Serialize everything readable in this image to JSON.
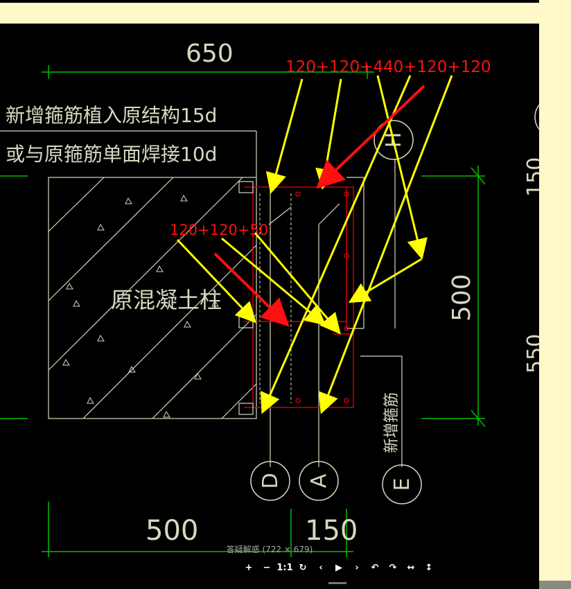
{
  "image_caption": "答疑解惑 (722 × 679)",
  "toolbar": {
    "zoom_in": "+",
    "zoom_out": "−",
    "actual_size": "1:1",
    "refresh": "↻",
    "prev": "‹",
    "play": "▶",
    "next": "›",
    "rotate_left": "↶",
    "rotate_right": "↷",
    "flip_horizontal": "↔",
    "flip_vertical": "↕"
  },
  "drawing": {
    "dim_top": "650",
    "dim_bottom_left": "500",
    "dim_bottom_right": "150",
    "dim_right_top": "150",
    "dim_right_mid": "500",
    "dim_right_bottom": "550",
    "note_line1": "新增箍筋植入原结构15d",
    "note_line2": "或与原箍筋单面焊接10d",
    "column_label": "原混凝土柱",
    "new_stirrup_label": "新增箍筋",
    "annotation_top": "120+120+440+120+120",
    "annotation_mid": "120+120+50",
    "axis_d": "D",
    "axis_a": "A",
    "axis_e": "E",
    "axis_top_right": "H"
  },
  "colors": {
    "cad_line": "#d8d8c0",
    "dimension_green": "#00c000",
    "rebar_red": "#d00000",
    "annotation_red": "#ff1010",
    "arrow_yellow": "#ffff00",
    "page_bg": "#fff8c8"
  }
}
